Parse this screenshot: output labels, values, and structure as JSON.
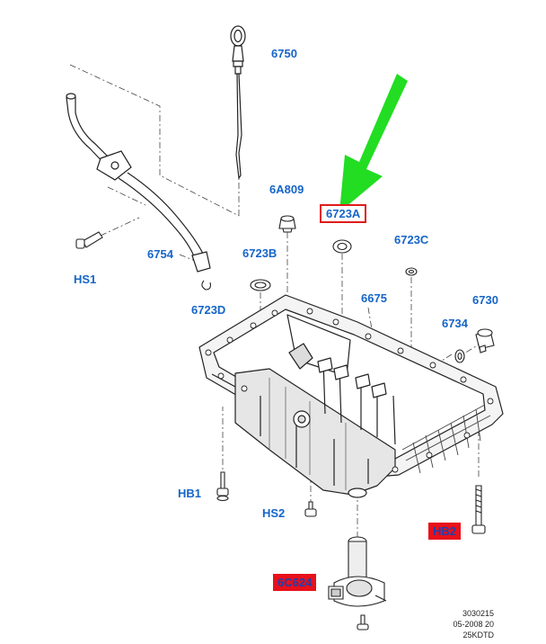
{
  "labels": {
    "l6750": "6750",
    "l6A809": "6A809",
    "l6723A": "6723A",
    "l6723B": "6723B",
    "l6723C": "6723C",
    "l6754": "6754",
    "lHS1": "HS1",
    "l6723D": "6723D",
    "l6675": "6675",
    "l6730": "6730",
    "l6734": "6734",
    "lHB1": "HB1",
    "lHS2": "HS2",
    "lHB2": "HB2",
    "l6C624": "6C624"
  },
  "reference": {
    "line1": "3030215",
    "line2": "05-2008 20",
    "line3": "25KDTD"
  },
  "colors": {
    "label_blue": "#1565c8",
    "highlight_red": "#e01b1b",
    "arrow_green": "#22dd22"
  }
}
